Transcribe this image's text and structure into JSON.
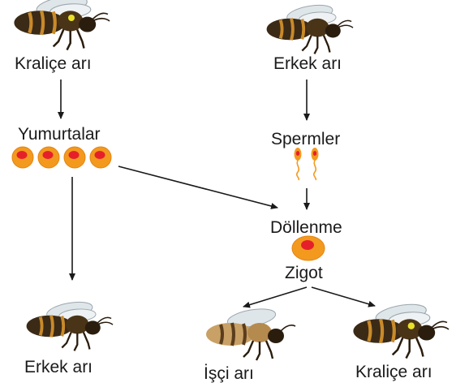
{
  "labels": {
    "queen_top": "Kraliçe arı",
    "drone_top": "Erkek arı",
    "eggs": "Yumurtalar",
    "sperm": "Spermler",
    "fertilization": "Döllenme",
    "zygote": "Zigot",
    "drone_bottom": "Erkek arı",
    "worker": "İşçi arı",
    "queen_bottom": "Kraliçe arı"
  },
  "colors": {
    "egg": "#f39a1e",
    "egg_nucleus": "#e5202b",
    "sperm_head": "#f39a1e",
    "arrow": "#1a1a1a",
    "bee_body": "#3b2a16",
    "bee_stripe": "#c98a2a",
    "bee_wing": "#dfe6ea",
    "worker_body": "#c9a066",
    "queen_mark": "#e8e028"
  },
  "icons": [
    "bee-icon",
    "egg-icon",
    "sperm-icon",
    "zygote-icon"
  ]
}
